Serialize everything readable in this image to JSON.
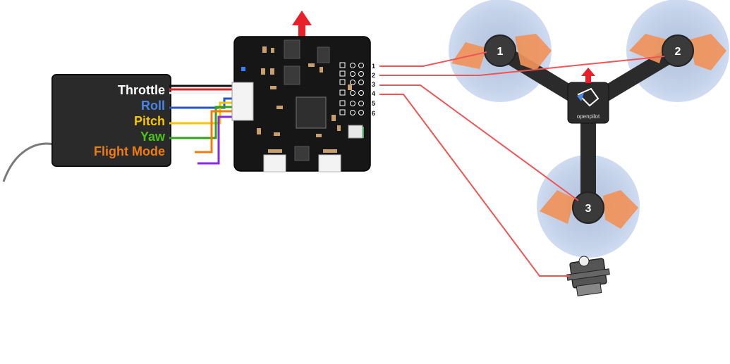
{
  "receiver": {
    "channels": [
      {
        "label": "Throttle",
        "color": "#ffffff",
        "wire": "#e02020"
      },
      {
        "label": "Roll",
        "color": "#4a86e8",
        "wire": "#2255cc"
      },
      {
        "label": "Pitch",
        "color": "#f6c500",
        "wire": "#f6c500"
      },
      {
        "label": "Yaw",
        "color": "#4fc21a",
        "wire": "#33a11a"
      },
      {
        "label": "Flight Mode",
        "color": "#f07c10",
        "wire": "#f07c10"
      }
    ]
  },
  "controller": {
    "output_pins": [
      "1",
      "2",
      "3",
      "4",
      "5",
      "6"
    ]
  },
  "frame": {
    "brand": "openpilot",
    "motors": [
      "1",
      "2",
      "3"
    ]
  },
  "colors": {
    "signal_wire": "#f05555",
    "board": "#161616",
    "forward_arrow": "#e8202a",
    "prop_disc": "#b9cbe8",
    "prop_arrow": "#f0935a"
  }
}
